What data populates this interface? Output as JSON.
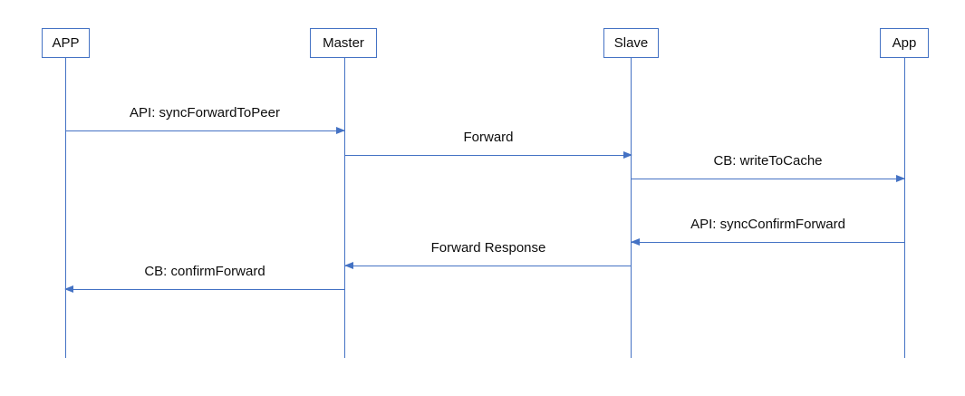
{
  "diagram": {
    "type": "sequence-diagram",
    "accent_color": "#4472C4",
    "text_color": "#0d0d0d",
    "background_color": "#ffffff",
    "actors": [
      {
        "name": "APP"
      },
      {
        "name": "Master"
      },
      {
        "name": "Slave"
      },
      {
        "name": "App"
      }
    ],
    "messages": [
      {
        "from": "APP",
        "to": "Master",
        "direction": "right",
        "label": "API: syncForwardToPeer"
      },
      {
        "from": "Master",
        "to": "Slave",
        "direction": "right",
        "label": "Forward"
      },
      {
        "from": "Slave",
        "to": "App",
        "direction": "right",
        "label": "CB: writeToCache"
      },
      {
        "from": "App",
        "to": "Slave",
        "direction": "left",
        "label": "API: syncConfirmForward"
      },
      {
        "from": "Slave",
        "to": "Master",
        "direction": "left",
        "label": "Forward Response"
      },
      {
        "from": "Master",
        "to": "APP",
        "direction": "left",
        "label": "CB: confirmForward"
      }
    ]
  }
}
